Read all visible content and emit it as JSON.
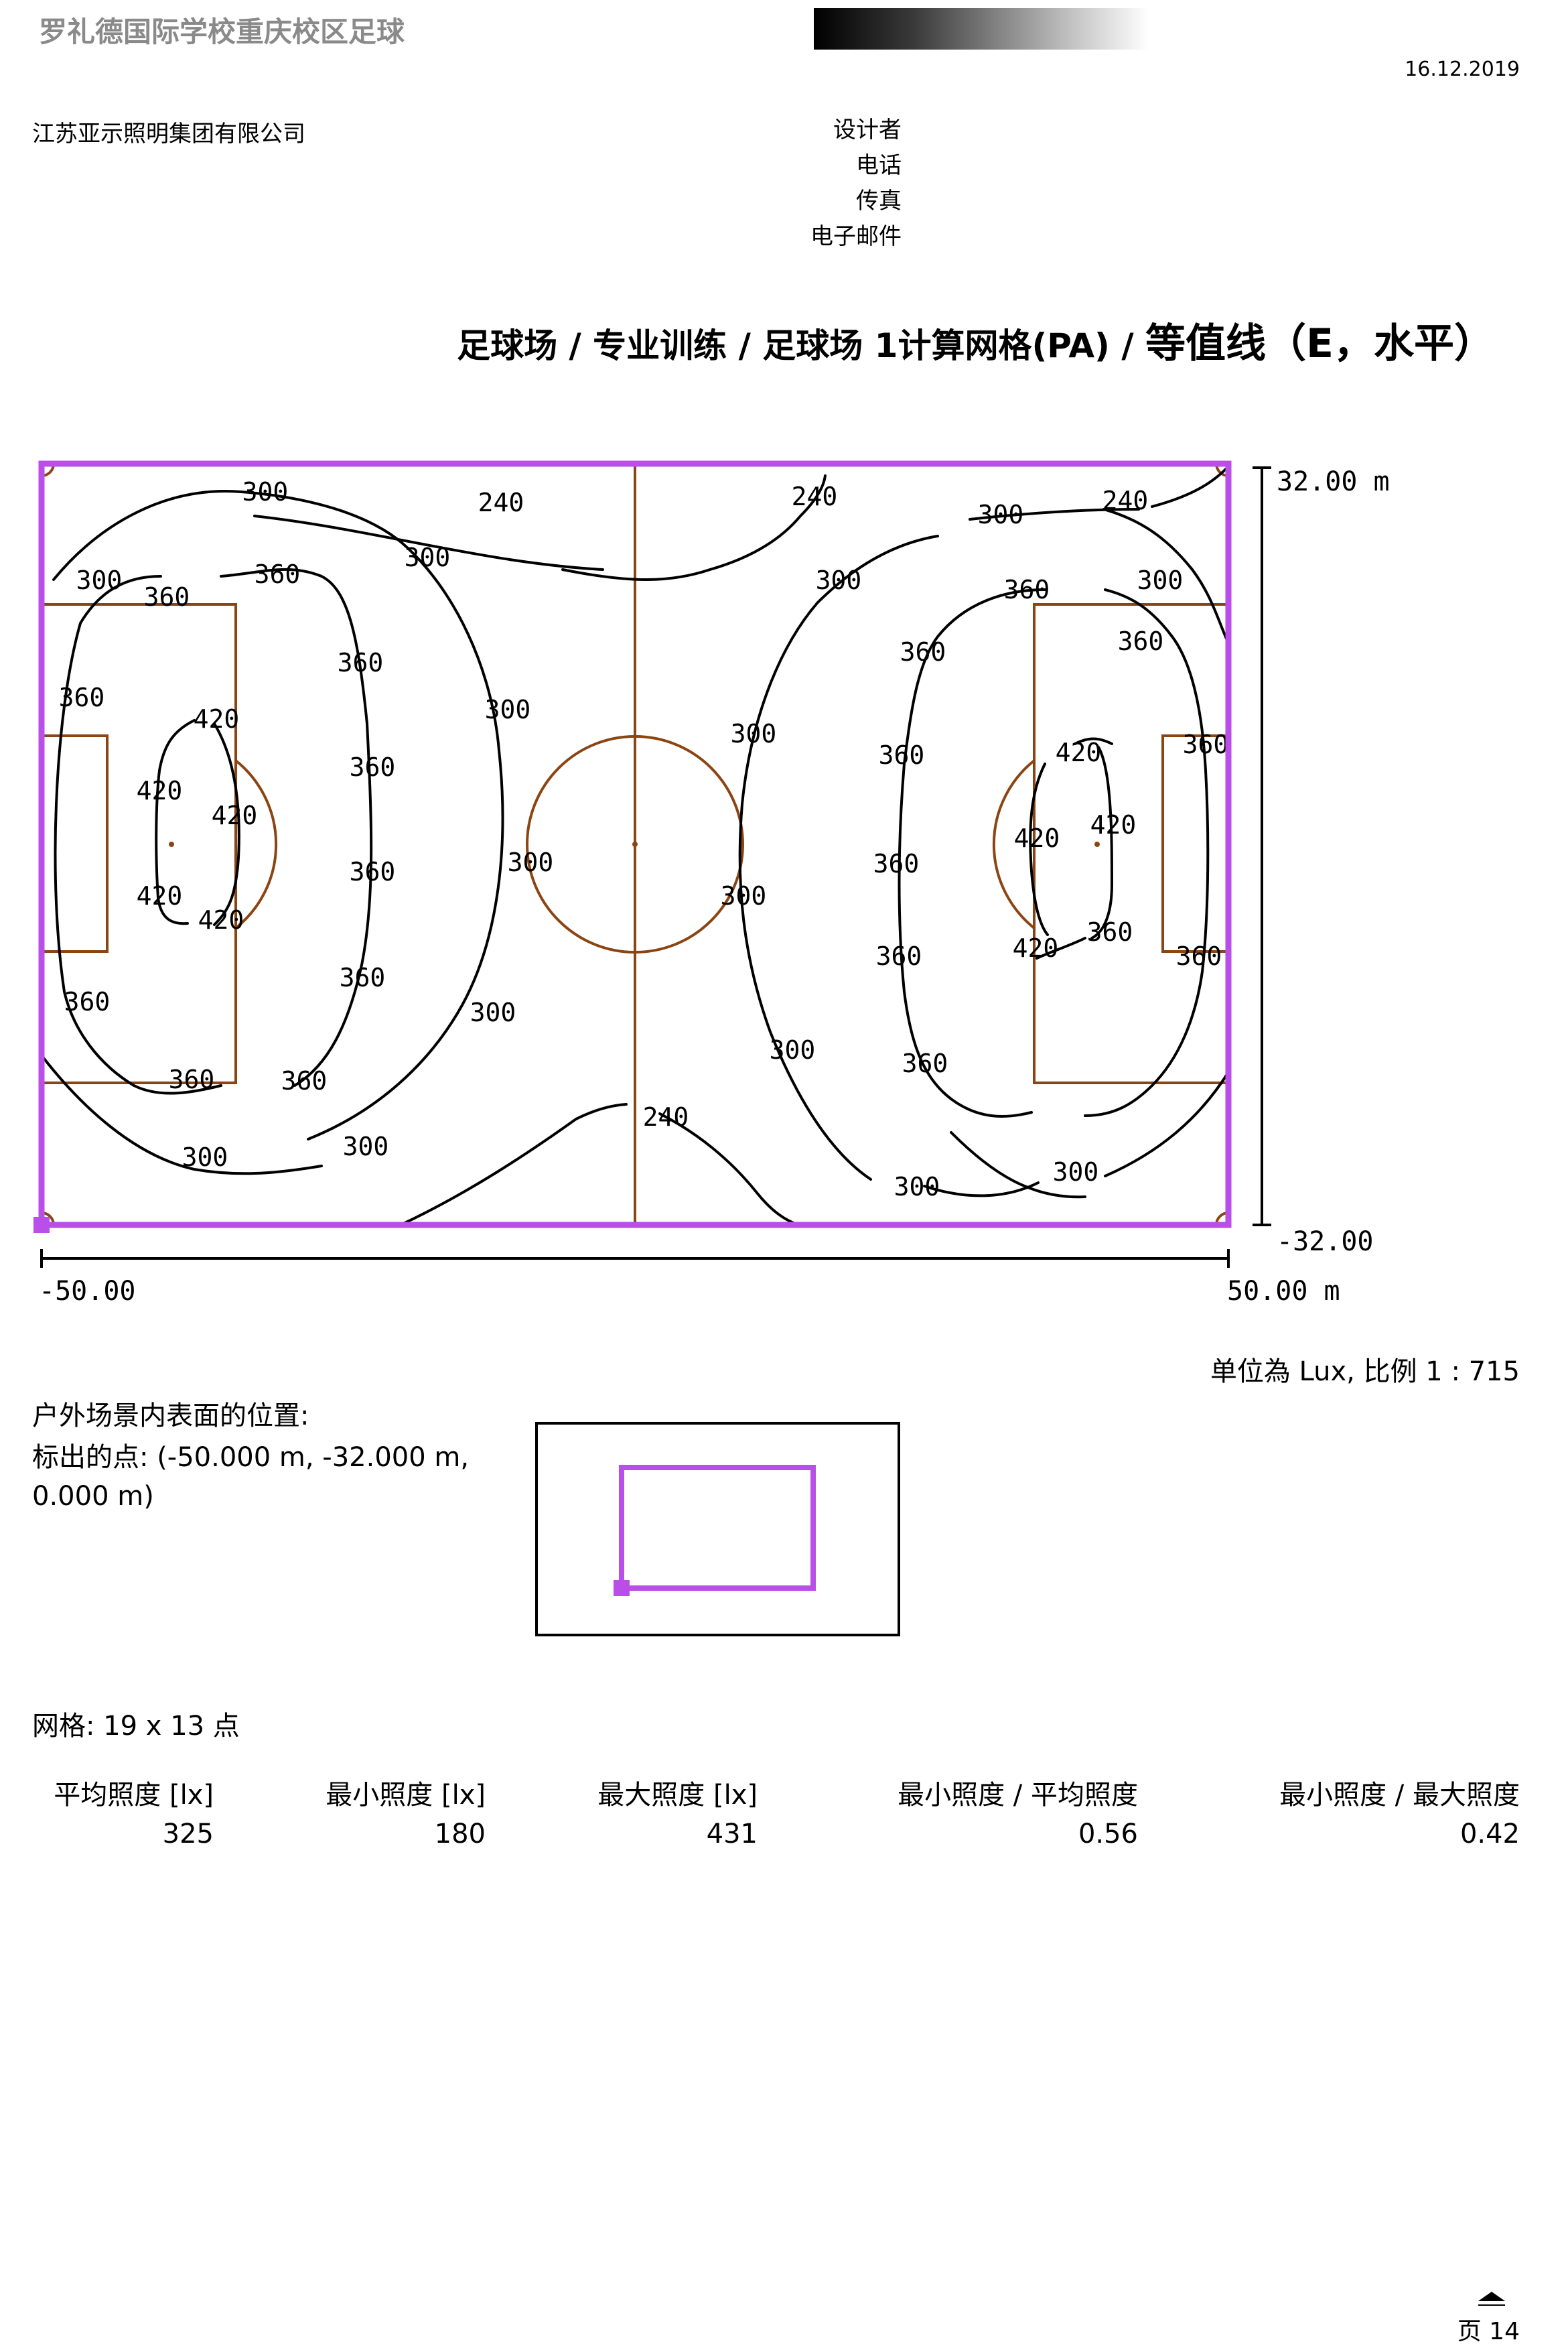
{
  "header": {
    "project": "罗礼德国际学校重庆校区足球",
    "date": "16.12.2019",
    "company": "江苏亚示照明集团有限公司",
    "contact": [
      "设计者",
      "电话",
      "传真",
      "电子邮件"
    ]
  },
  "title": {
    "main": "足球场 / 专业训练 / 足球场 1计算网格(PA) / ",
    "emphasis": "等值线（E，水平）"
  },
  "plot": {
    "y_top": "32.00 m",
    "y_bottom": "-32.00",
    "x_left": "-50.00",
    "x_right": "50.00 m",
    "contours": [
      {
        "text": "300"
      },
      {
        "text": "240"
      },
      {
        "text": "240"
      },
      {
        "text": "300"
      },
      {
        "text": "240"
      },
      {
        "text": "300"
      },
      {
        "text": "360"
      },
      {
        "text": "360"
      },
      {
        "text": "300"
      },
      {
        "text": "300"
      },
      {
        "text": "360"
      },
      {
        "text": "300"
      },
      {
        "text": "360"
      },
      {
        "text": "360"
      },
      {
        "text": "360"
      },
      {
        "text": "360"
      },
      {
        "text": "420"
      },
      {
        "text": "300"
      },
      {
        "text": "300"
      },
      {
        "text": "360"
      },
      {
        "text": "420"
      },
      {
        "text": "420"
      },
      {
        "text": "360"
      },
      {
        "text": "420"
      },
      {
        "text": "360"
      },
      {
        "text": "300"
      },
      {
        "text": "300"
      },
      {
        "text": "360"
      },
      {
        "text": "420"
      },
      {
        "text": "420"
      },
      {
        "text": "420"
      },
      {
        "text": "360"
      },
      {
        "text": "420"
      },
      {
        "text": "420"
      },
      {
        "text": "360"
      },
      {
        "text": "360"
      },
      {
        "text": "360"
      },
      {
        "text": "300"
      },
      {
        "text": "360"
      },
      {
        "text": "360"
      },
      {
        "text": "300"
      },
      {
        "text": "360"
      },
      {
        "text": "360"
      },
      {
        "text": "240"
      },
      {
        "text": "360"
      },
      {
        "text": "300"
      },
      {
        "text": "300"
      },
      {
        "text": "300"
      },
      {
        "text": "300"
      }
    ]
  },
  "unit_scale": "单位為 Lux, 比例 1 : 715",
  "location": {
    "heading": "户外场景内表面的位置:",
    "point": "标出的点: (-50.000 m, -32.000 m, 0.000 m)"
  },
  "grid": "网格: 19 x 13 点",
  "stats": [
    {
      "label": "平均照度 [lx]",
      "value": "325"
    },
    {
      "label": "最小照度 [lx]",
      "value": "180"
    },
    {
      "label": "最大照度 [lx]",
      "value": "431"
    },
    {
      "label": "最小照度 / 平均照度",
      "value": "0.56"
    },
    {
      "label": "最小照度 / 最大照度",
      "value": "0.42"
    }
  ],
  "footer": {
    "page": "页 14"
  },
  "colors": {
    "field": "#8b4513",
    "boundary": "#b94fe8",
    "contour": "#000000"
  }
}
